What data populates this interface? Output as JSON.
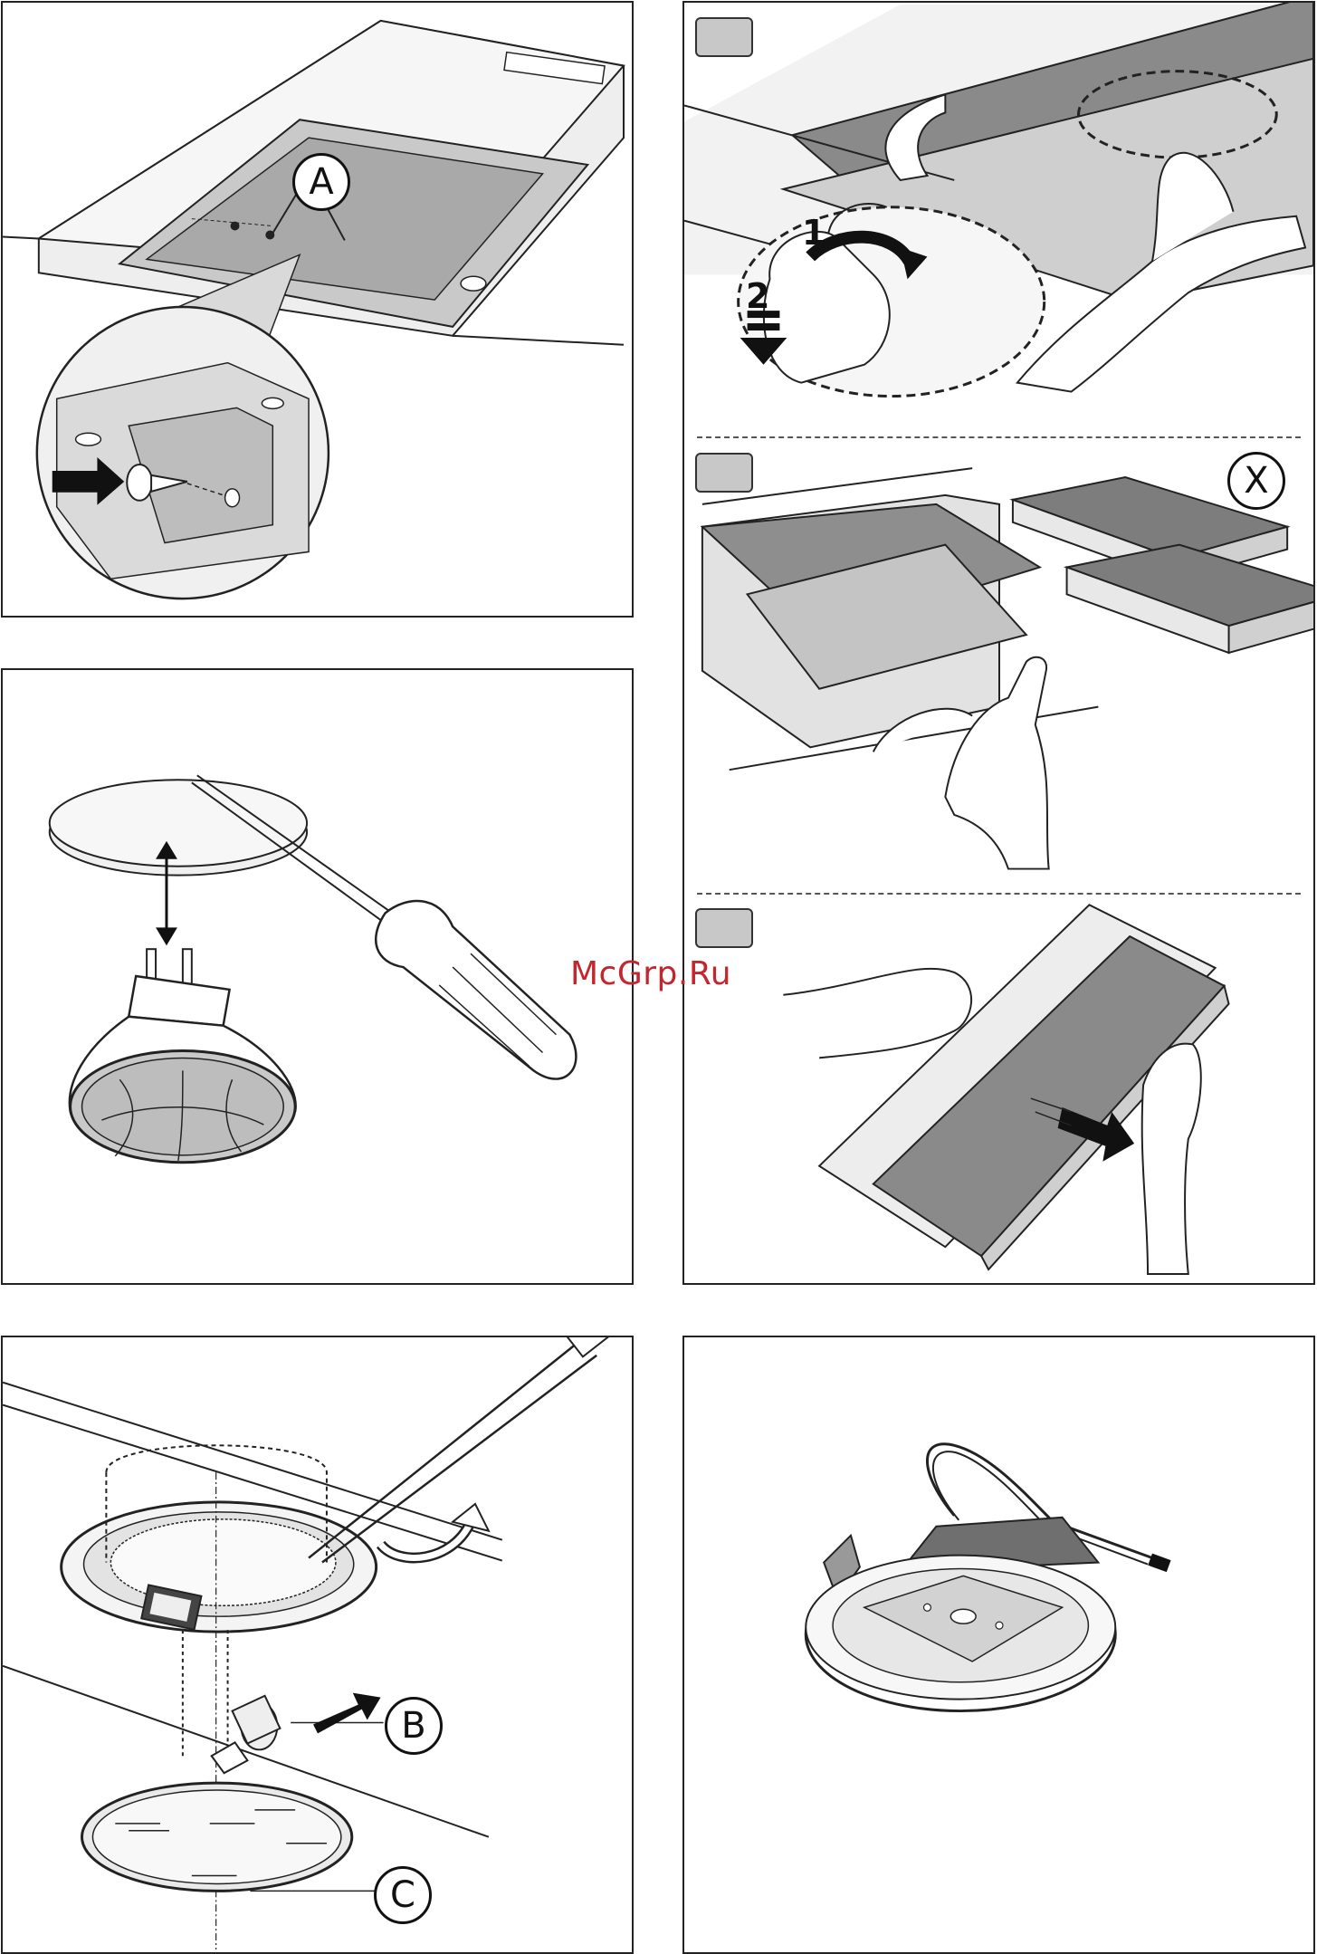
{
  "panel1": {
    "callout_a": "A"
  },
  "panel4": {
    "sub_step_1": "1",
    "sub_step_2": "2",
    "callout_x": "X"
  },
  "panel3": {
    "callout_b": "B",
    "callout_c": "C"
  },
  "watermark": "McGrp.Ru",
  "colors": {
    "step_box": "#c8c8c8",
    "watermark": "#c4262e",
    "line": "#222222"
  }
}
